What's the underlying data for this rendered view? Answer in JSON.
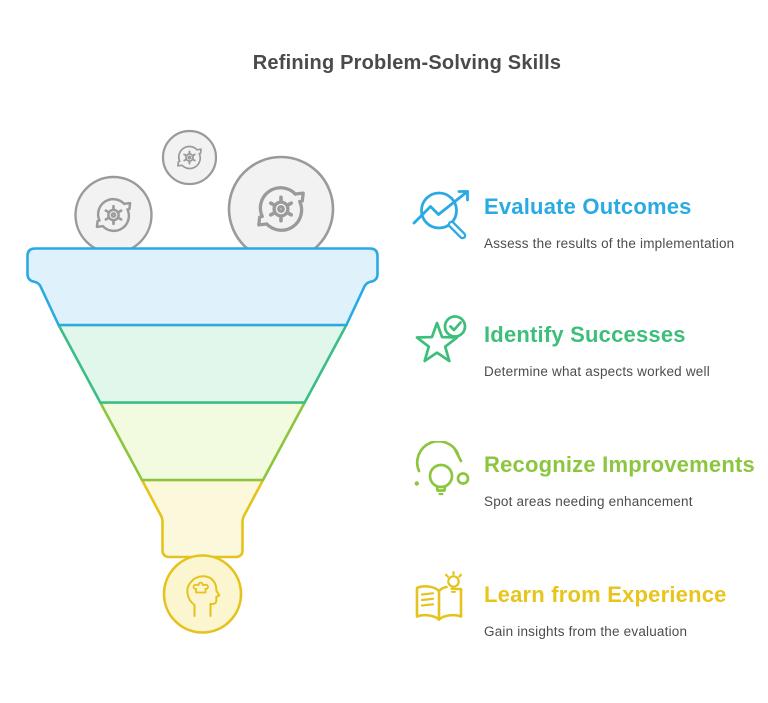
{
  "title": "Refining Problem-Solving Skills",
  "funnel": {
    "bands": [
      {
        "label": "stage-1-top",
        "fill": "#dff2fc",
        "stroke": "#29abe2"
      },
      {
        "label": "stage-2",
        "fill": "#e1f7ec",
        "stroke": "#3bbe86"
      },
      {
        "label": "stage-3",
        "fill": "#f2fadf",
        "stroke": "#8cc63f"
      },
      {
        "label": "stage-4-spout",
        "fill": "#fcf8dc",
        "stroke": "#e5c31e"
      }
    ],
    "top_icons": [
      "gear-sync-icon",
      "gear-sync-icon",
      "gear-sync-icon"
    ],
    "top_icon_color": "#9a9a9a",
    "top_icon_fill": "#f2f2f2",
    "bottom_icon": "head-gear-icon",
    "bottom_icon_fill": "#fcf6d0",
    "bottom_icon_stroke": "#e5c31e"
  },
  "items": [
    {
      "heading": "Evaluate Outcomes",
      "description": "Assess the results of the implementation",
      "color": "#29abe2",
      "icon": "magnifier-trend-icon"
    },
    {
      "heading": "Identify Successes",
      "description": "Determine what aspects worked well",
      "color": "#3dbe7b",
      "icon": "star-check-icon"
    },
    {
      "heading": "Recognize Improvements",
      "description": "Spot areas needing enhancement",
      "color": "#8cc63f",
      "icon": "lightbulb-orbit-icon"
    },
    {
      "heading": "Learn from Experience",
      "description": "Gain insights from the evaluation",
      "color": "#e8c51d",
      "icon": "book-lightbulb-icon"
    }
  ],
  "title_color": "#4a4a4a",
  "description_color": "#4d4d4d"
}
